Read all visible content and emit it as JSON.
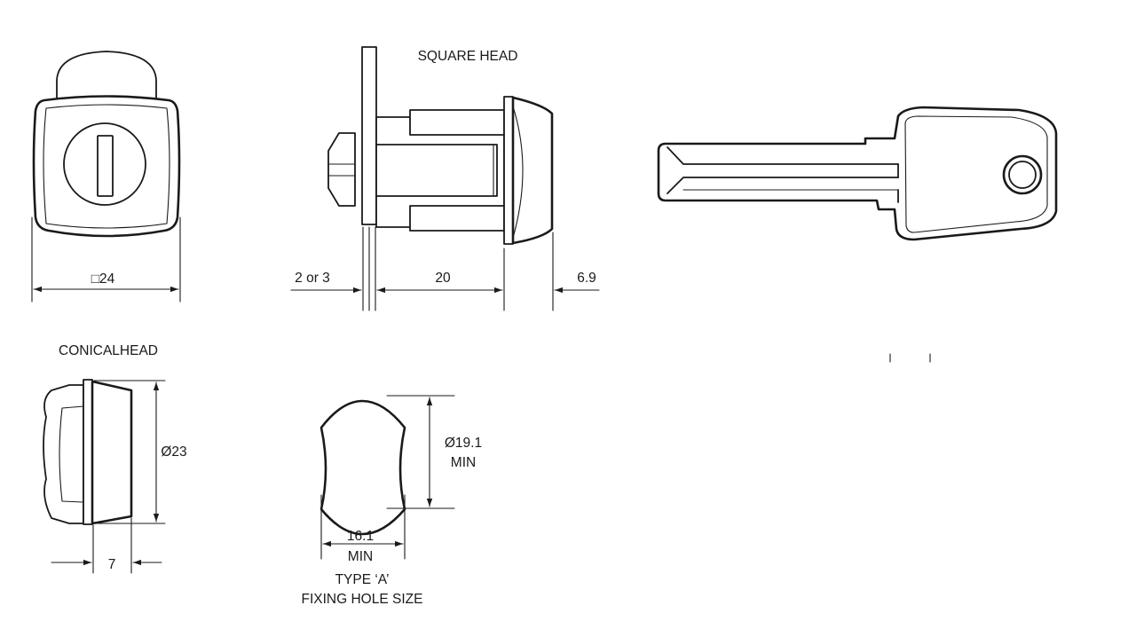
{
  "square_head": {
    "title": "SQUARE HEAD",
    "dim_width": "□24",
    "dim_panel": "2 or 3",
    "dim_body": "20",
    "dim_head": "6.9"
  },
  "conical_head": {
    "title": "CONICALHEAD",
    "dim_diameter": "Ø23",
    "dim_depth": "7"
  },
  "fixing_hole": {
    "dim_height_1": "Ø19.1",
    "dim_height_2": "MIN",
    "dim_width_1": "16.1",
    "dim_width_2": "MIN",
    "caption_1": "TYPE ‘A’",
    "caption_2": "FIXING HOLE SIZE"
  }
}
